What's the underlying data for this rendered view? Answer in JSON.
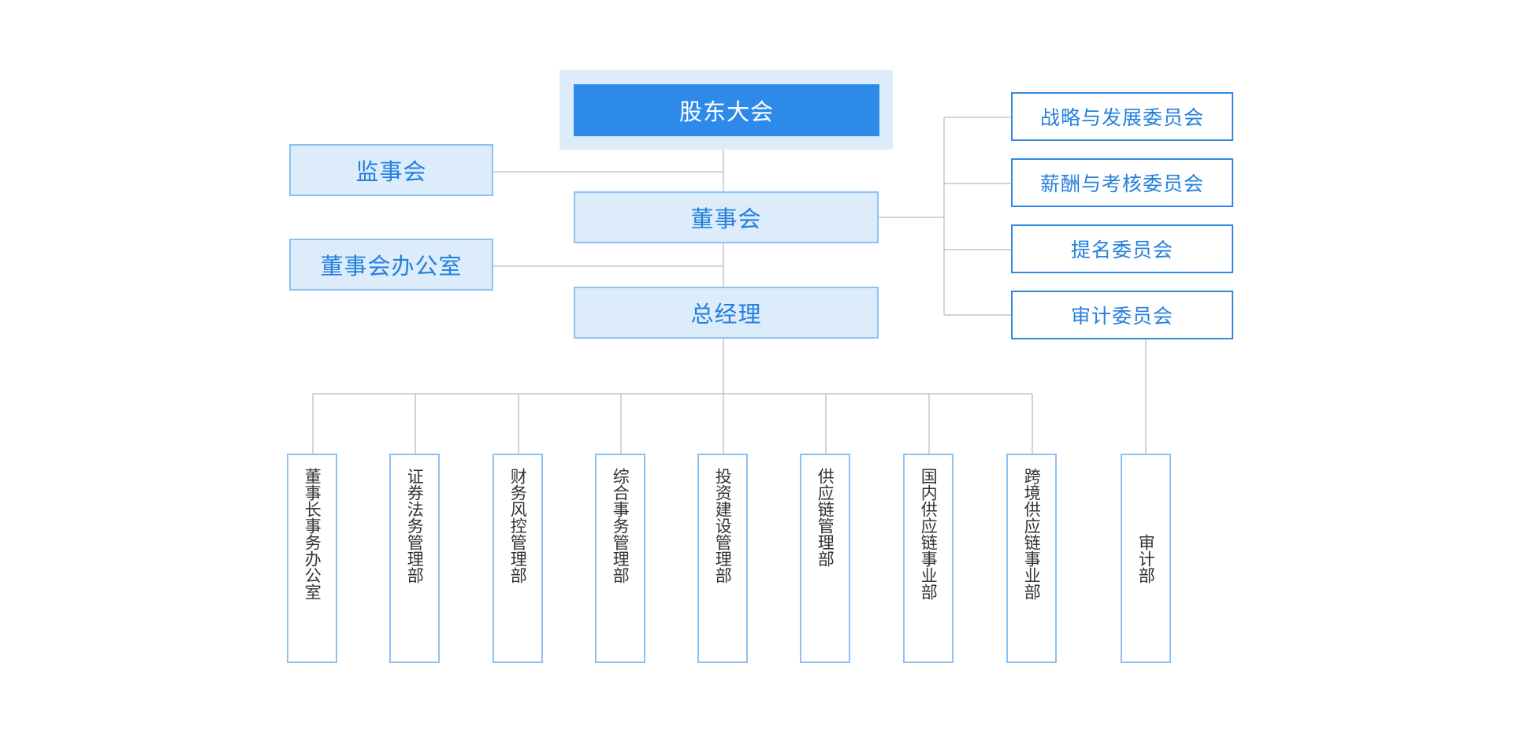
{
  "org_chart": {
    "top": "股东大会",
    "supervisory_board": "监事会",
    "board": "董事会",
    "board_office": "董事会办公室",
    "general_manager": "总经理",
    "committees": [
      "战略与发展委员会",
      "薪酬与考核委员会",
      "提名委员会",
      "审计委员会"
    ],
    "departments": [
      "董事长事务办公室",
      "证券法务管理部",
      "财务风控管理部",
      "综合事务管理部",
      "投资建设管理部",
      "供应链管理部",
      "国内供应链事业部",
      "跨境供应链事业部"
    ],
    "audit_department": "审计部"
  },
  "colors": {
    "primary_blue": "#2e8ae9",
    "light_fill": "#ddecfb",
    "light_border": "#8cc1f3",
    "text_blue": "#2480dc",
    "text_dark": "#333333",
    "connector": "#a8a8a8"
  }
}
